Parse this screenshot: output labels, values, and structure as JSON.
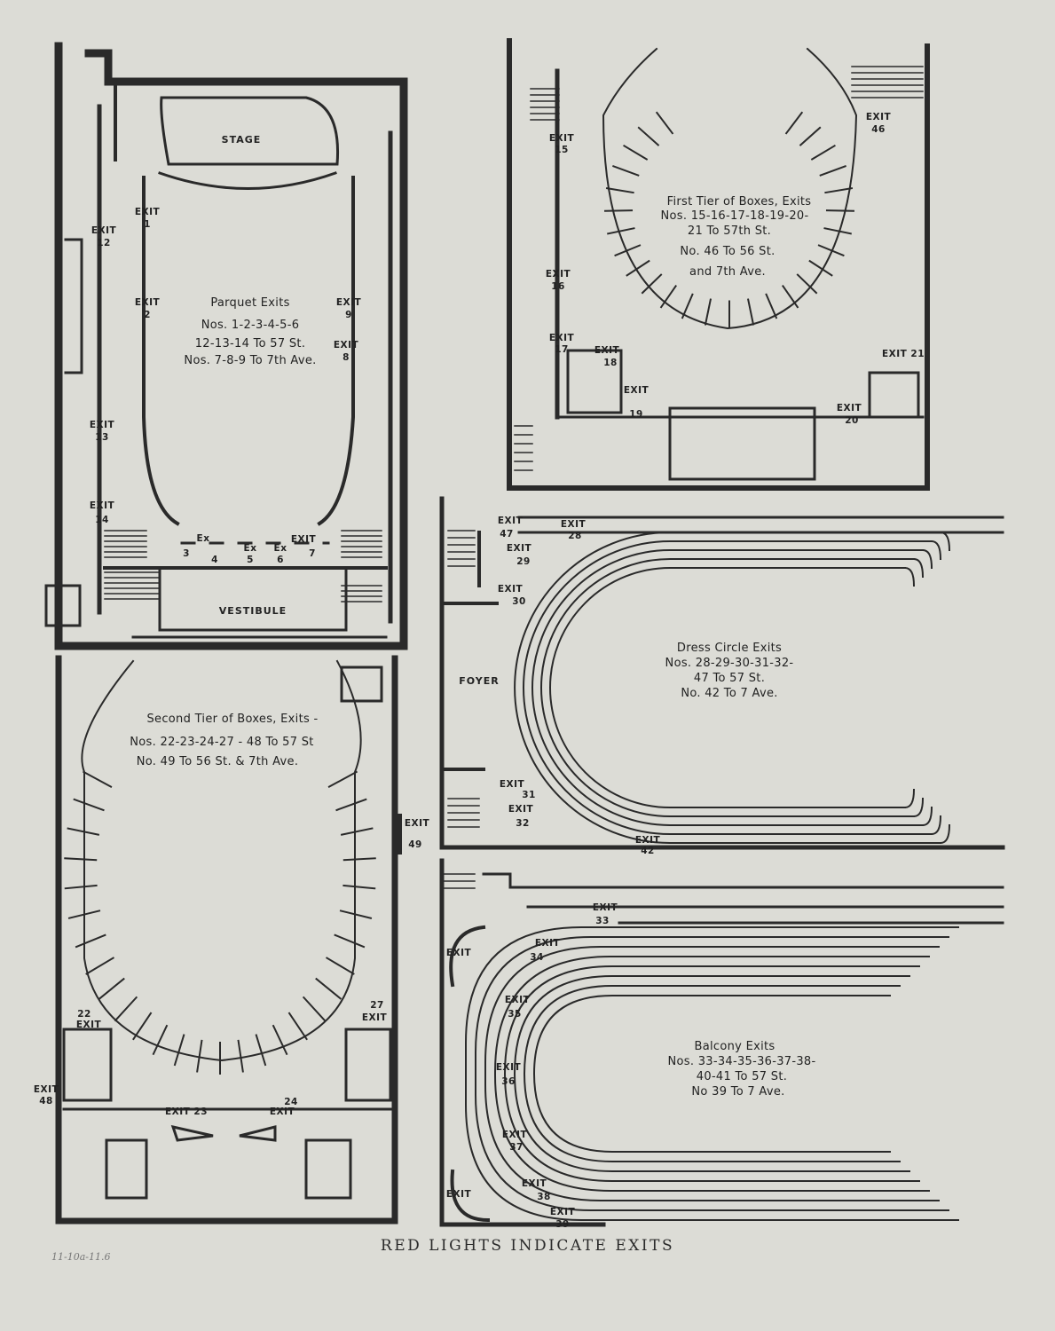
{
  "panels": {
    "parquet": {
      "room_stage": "STAGE",
      "room_vestibule": "VESTIBULE",
      "title": [
        "Parquet Exits",
        "Nos. 1-2-3-4-5-6",
        "12-13-14 To 57 St.",
        "Nos. 7-8-9 To 7th Ave."
      ],
      "exits": [
        [
          "EXIT",
          "1"
        ],
        [
          "EXIT",
          "2"
        ],
        [
          "EXIT",
          "12"
        ],
        [
          "EXIT",
          "13"
        ],
        [
          "EXIT",
          "14"
        ],
        [
          "EXIT",
          "9"
        ],
        [
          "EXIT",
          "8"
        ],
        [
          "EXIT",
          "7"
        ]
      ],
      "bottom_exits": [
        "3",
        "Ex",
        "4",
        "Ex",
        "5",
        "Ex",
        "6"
      ]
    },
    "first_tier": {
      "title": [
        "First Tier of Boxes, Exits",
        "Nos. 15-16-17-18-19-20-",
        "21 To 57th St.",
        "No. 46 To 56 St.",
        "and 7th Ave."
      ],
      "exits": [
        [
          "EXIT",
          "15"
        ],
        [
          "EXIT",
          "16"
        ],
        [
          "EXIT",
          "17"
        ],
        [
          "EXIT",
          "18"
        ],
        [
          "EXIT",
          "19"
        ],
        [
          "EXIT",
          "46"
        ],
        [
          "EXIT 21",
          ""
        ],
        [
          "EXIT",
          "20"
        ]
      ]
    },
    "second_tier": {
      "title": [
        "Second Tier of Boxes, Exits -",
        "Nos. 22-23-24-27 - 48 To 57 St",
        "No. 49 To 56 St. & 7th Ave."
      ],
      "exits": [
        [
          "EXIT",
          "49"
        ],
        [
          "27",
          "EXIT"
        ],
        [
          "22",
          "EXIT"
        ],
        [
          "EXIT",
          "48"
        ],
        [
          "EXIT 23",
          ""
        ],
        [
          "24",
          "EXIT"
        ]
      ]
    },
    "dress_circle": {
      "room_foyer": "FOYER",
      "title": [
        "Dress Circle Exits",
        "Nos. 28-29-30-31-32-",
        "47 To 57 St.",
        "No. 42 To 7 Ave."
      ],
      "exits": [
        [
          "EXIT",
          "47"
        ],
        [
          "EXIT",
          "28"
        ],
        [
          "EXIT",
          "29"
        ],
        [
          "EXIT",
          "30"
        ],
        [
          "EXIT",
          "31"
        ],
        [
          "EXIT",
          "32"
        ],
        [
          "EXIT",
          "42"
        ]
      ]
    },
    "balcony": {
      "title": [
        "Balcony Exits",
        "Nos. 33-34-35-36-37-38-",
        "40-41 To 57 St.",
        "No 39 To 7 Ave."
      ],
      "exits": [
        [
          "EXIT",
          "33"
        ],
        [
          "EXIT",
          "34"
        ],
        [
          "EXIT",
          "35"
        ],
        [
          "EXIT",
          "36"
        ],
        [
          "EXIT",
          "37"
        ],
        [
          "EXIT",
          "38"
        ],
        [
          "EXIT",
          "39"
        ],
        [
          "EXIT",
          ""
        ],
        [
          "EXIT",
          ""
        ]
      ]
    }
  },
  "caption": "RED LIGHTS INDICATE EXITS",
  "pencil_note": "11-10a-11.6",
  "colors": {
    "paper": "#dcdcd6",
    "ink": "#2a2a2a"
  }
}
